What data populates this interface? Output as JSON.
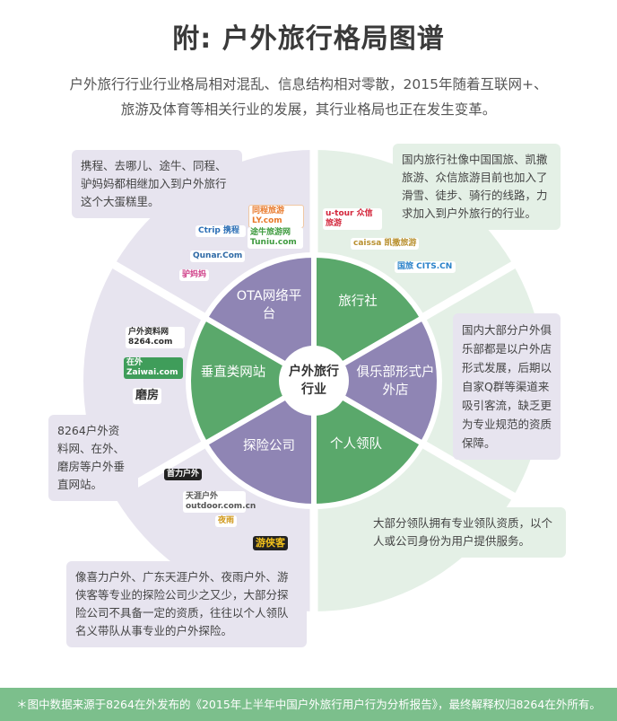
{
  "title": "附: 户外旅行格局图谱",
  "intro": {
    "line1": "户外旅行行业行业格局相对混乱、信息结构相对零散，2015年随着互联网+、",
    "line2": "旅游及体育等相关行业的发展，其行业格局也正在发生变革。"
  },
  "center_label": "户外旅行行业",
  "segments": {
    "ota": "OTA网络平台",
    "travel_agency": "旅行社",
    "club": "俱乐部形式户外店",
    "individual": "个人领队",
    "exploration": "探险公司",
    "vertical": "垂直类网站"
  },
  "notes": {
    "ota": "携程、去哪儿、途牛、同程、驴妈妈都相继加入到户外旅行这个大蛋糕里。",
    "travel_agency": "国内旅行社像中国国旅、凯撒旅游、众信旅游目前也加入了滑雪、徒步、骑行的线路，力求加入到户外旅行的行业。",
    "club": "国内大部分户外俱乐部都是以户外店形式发展，后期以自家Q群等渠道来吸引客流，缺乏更为专业规范的资质保障。",
    "individual": "大部分领队拥有专业领队资质，以个人或公司身份为用户提供服务。",
    "exploration": "像喜力户外、广东天涯户外、夜雨户外、游侠客等专业的探险公司少之又少，大部分探险公司不具备一定的资质，往往以个人领队名义带队从事专业的户外探险。",
    "vertical": "8264户外资料网、在外、磨房等户外垂直网站。"
  },
  "logos": {
    "tongcheng": "同程旅游 LY.com",
    "ctrip": "Ctrip 携程",
    "tuniu": "途牛旅游网 Tuniu.com",
    "qunar": "Qunar.Com",
    "lvmama": "驴妈妈",
    "utour": "u-tour 众信旅游",
    "caissa": "caissa 凯撒旅游",
    "cits": "国旅 CITS.CN",
    "8264": "户外资料网 8264.com",
    "zaiwai": "在外 Zaiwai.com",
    "doyouhike": "磨房",
    "xili": "首力户外",
    "outdoor": "天涯户外 outdoor.com.cn",
    "yeyu": "夜雨",
    "youxiake": "游侠客"
  },
  "colors": {
    "lavender": "#8f85b4",
    "green": "#5aa86b",
    "ring_lavender": "#e7e4ef",
    "ring_green": "#e4f0e6",
    "footer": "#7cbf8c"
  },
  "footer": "＊图中数据来源于8264在外发布的《2015年上半年中国户外旅行用户行为分析报告》，最终解释权归8264在外所有。"
}
